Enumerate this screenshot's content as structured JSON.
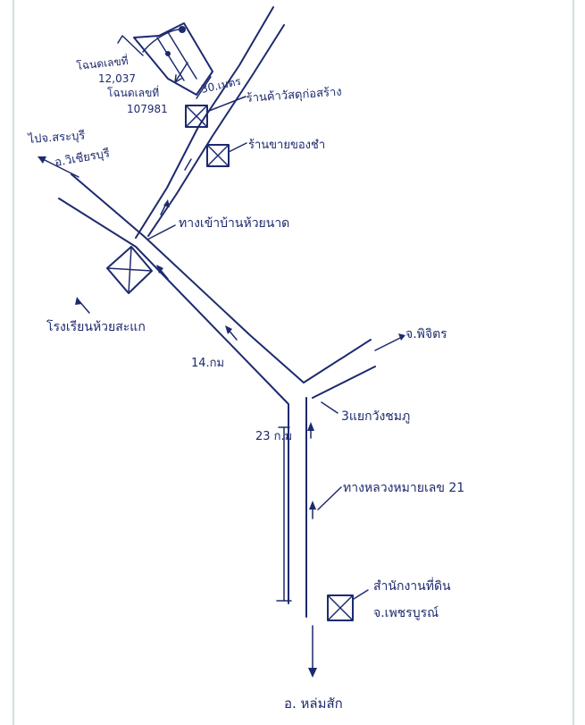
{
  "labels": {
    "deed_number_top": "โฉนดเลขที่",
    "deed_number_top_value": "12,037",
    "deed_number_bottom": "โฉนดเลขที่",
    "deed_number_bottom_value": "107981",
    "distance_30m": "30.เมตร",
    "construction_store": "ร้านค้าวัสดุก่อสร้าง",
    "grocery_store": "ร้านขายของชำ",
    "to_saraburi": "ไปจ.สระบุรี",
    "to_wichianburi": "อ.วิเชียรบุรี",
    "entrance": "ทางเข้าบ้านห้วยนาด",
    "school": "โรงเรียนห้วยสะแก",
    "to_phichit": "จ.พิจิตร",
    "distance_14km": "14.กม",
    "junction": "3แยกวังชมภู",
    "distance_23km": "23 ก.ม",
    "highway": "ทางหลวงหมายเลข 21",
    "land_office": "สำนักงานที่ดิน",
    "province": "จ.เพชรบูรณ์",
    "to_lom_sak": "อ. หล่มสัก"
  },
  "colors": {
    "ink": "#1d2a6e",
    "paper": "#ffffff",
    "edge": "#cfe3d6"
  }
}
